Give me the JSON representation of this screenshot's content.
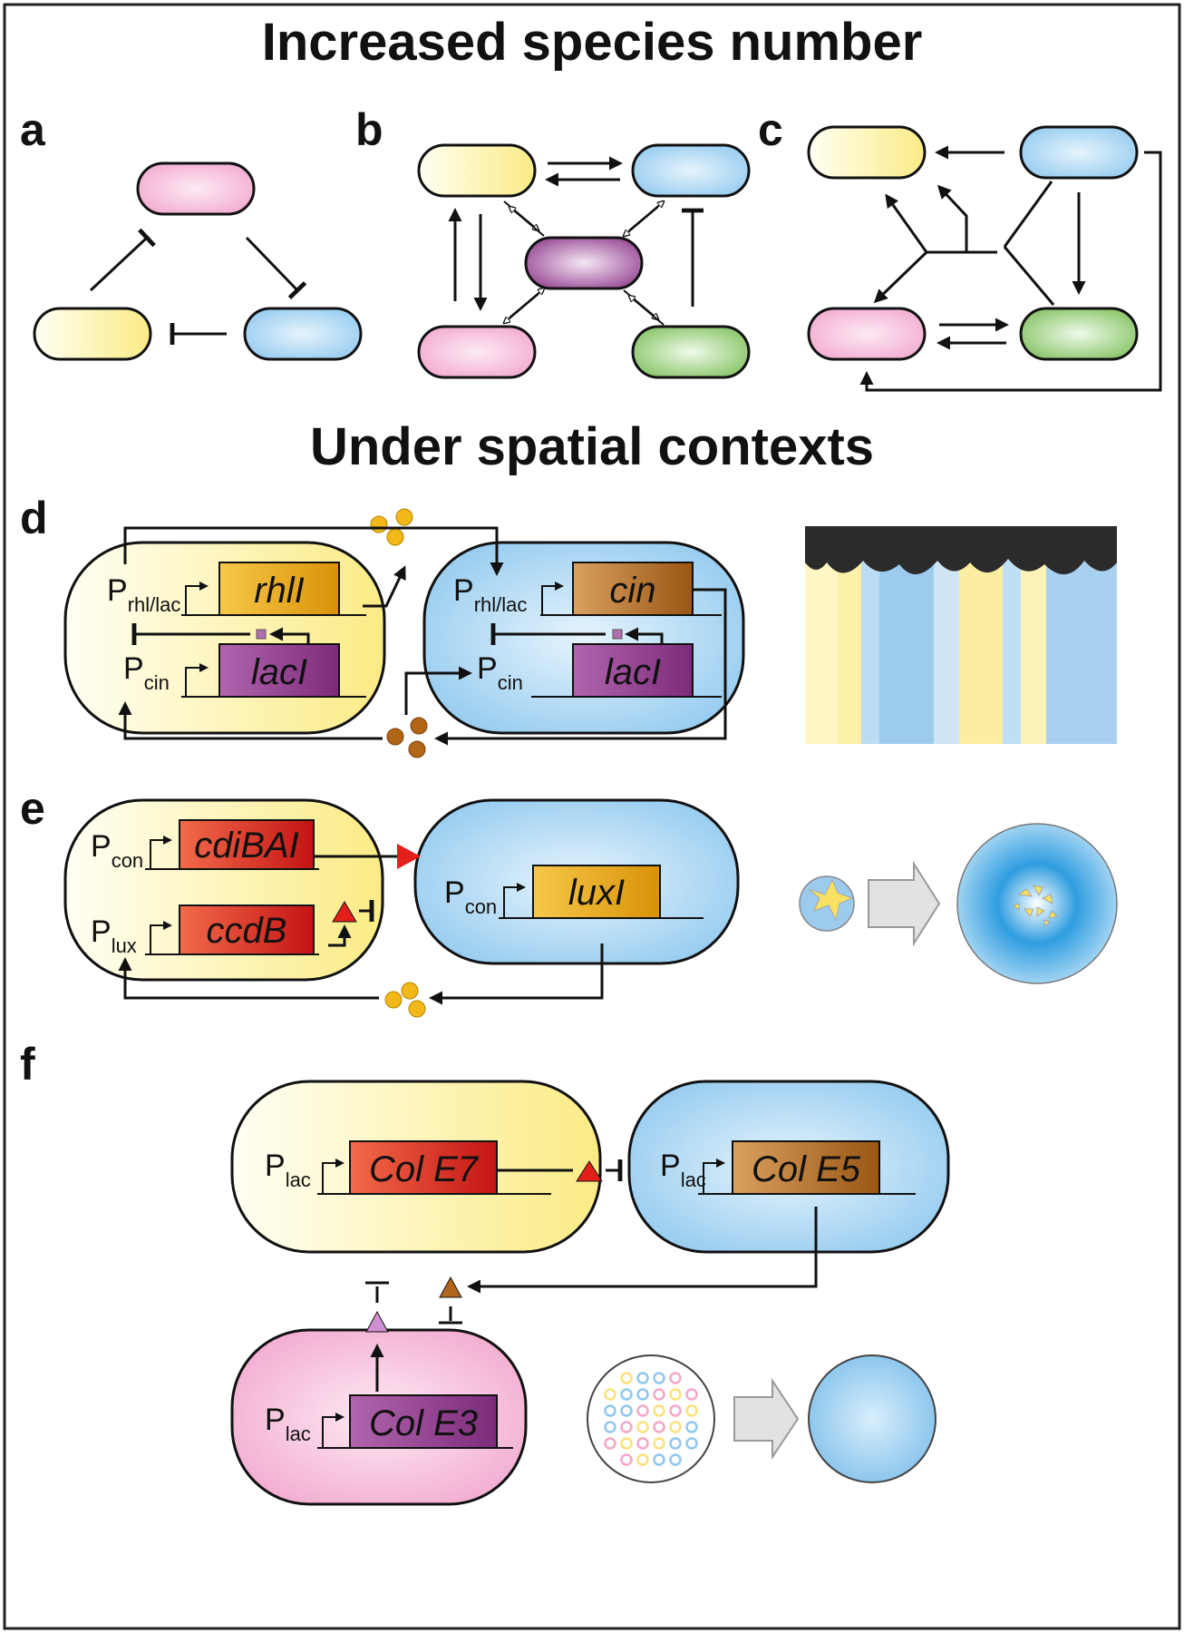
{
  "titles": {
    "top": "Increased species number",
    "middle": "Under spatial contexts"
  },
  "panels": {
    "a": "a",
    "b": "b",
    "c": "c",
    "d": "d",
    "e": "e",
    "f": "f"
  },
  "genes": {
    "d_yellow_top": "rhlI",
    "d_yellow_bottom": "lacI",
    "d_blue_top": "cin",
    "d_blue_bottom": "lacI",
    "e_yellow_top": "cdiBAI",
    "e_yellow_bottom": "ccdB",
    "e_blue": "luxI",
    "f_yellow": "Col E7",
    "f_blue": "Col E5",
    "f_pink": "Col E3"
  },
  "promoters": {
    "d_y1": {
      "main": "P",
      "sub": "rhl/lac"
    },
    "d_y2": {
      "main": "P",
      "sub": "cin"
    },
    "d_b1": {
      "main": "P",
      "sub": "rhl/lac"
    },
    "d_b2": {
      "main": "P",
      "sub": "cin"
    },
    "e_y1": {
      "main": "P",
      "sub": "con"
    },
    "e_y2": {
      "main": "P",
      "sub": "lux"
    },
    "e_b1": {
      "main": "P",
      "sub": "con"
    },
    "f_y": {
      "main": "P",
      "sub": "lac"
    },
    "f_b": {
      "main": "P",
      "sub": "lac"
    },
    "f_p": {
      "main": "P",
      "sub": "lac"
    }
  },
  "colors": {
    "yellow_cell": "#fdf2a6",
    "blue_cell": "#8fc8ee",
    "pink_cell": "#f2a6cd",
    "purple_cell": "#8e3a8c",
    "green_cell": "#7dbf5a",
    "gene_orange": "#e8a317",
    "gene_brown": "#a8641e",
    "gene_purple": "#953f92",
    "gene_red": "#d7261f"
  }
}
